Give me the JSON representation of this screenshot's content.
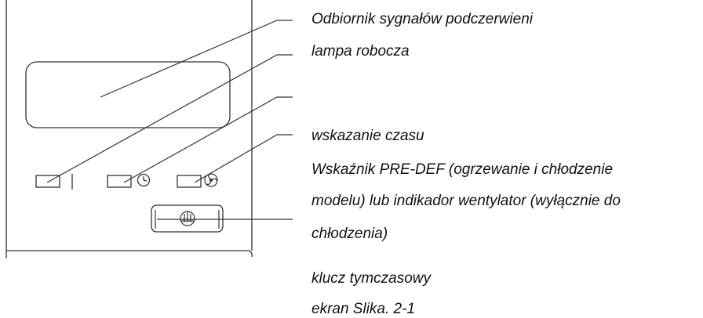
{
  "labels": {
    "ir_receiver": "Odbiornik sygnałów podczerwieni",
    "run_lamp": "lampa robocza",
    "time_indicator": "wskazanie czasu",
    "pre_def_line1": "Wskaźnik PRE-DEF (ogrzewanie i chłodzenie",
    "pre_def_line2": "modelu) lub indikador wentylator (wyłącznie do",
    "pre_def_line3": "chłodzenia)",
    "temp_key": "klucz tymczasowy",
    "caption": "ekran Slika. 2-1"
  },
  "colors": {
    "line": "#333333",
    "text": "#111111"
  }
}
